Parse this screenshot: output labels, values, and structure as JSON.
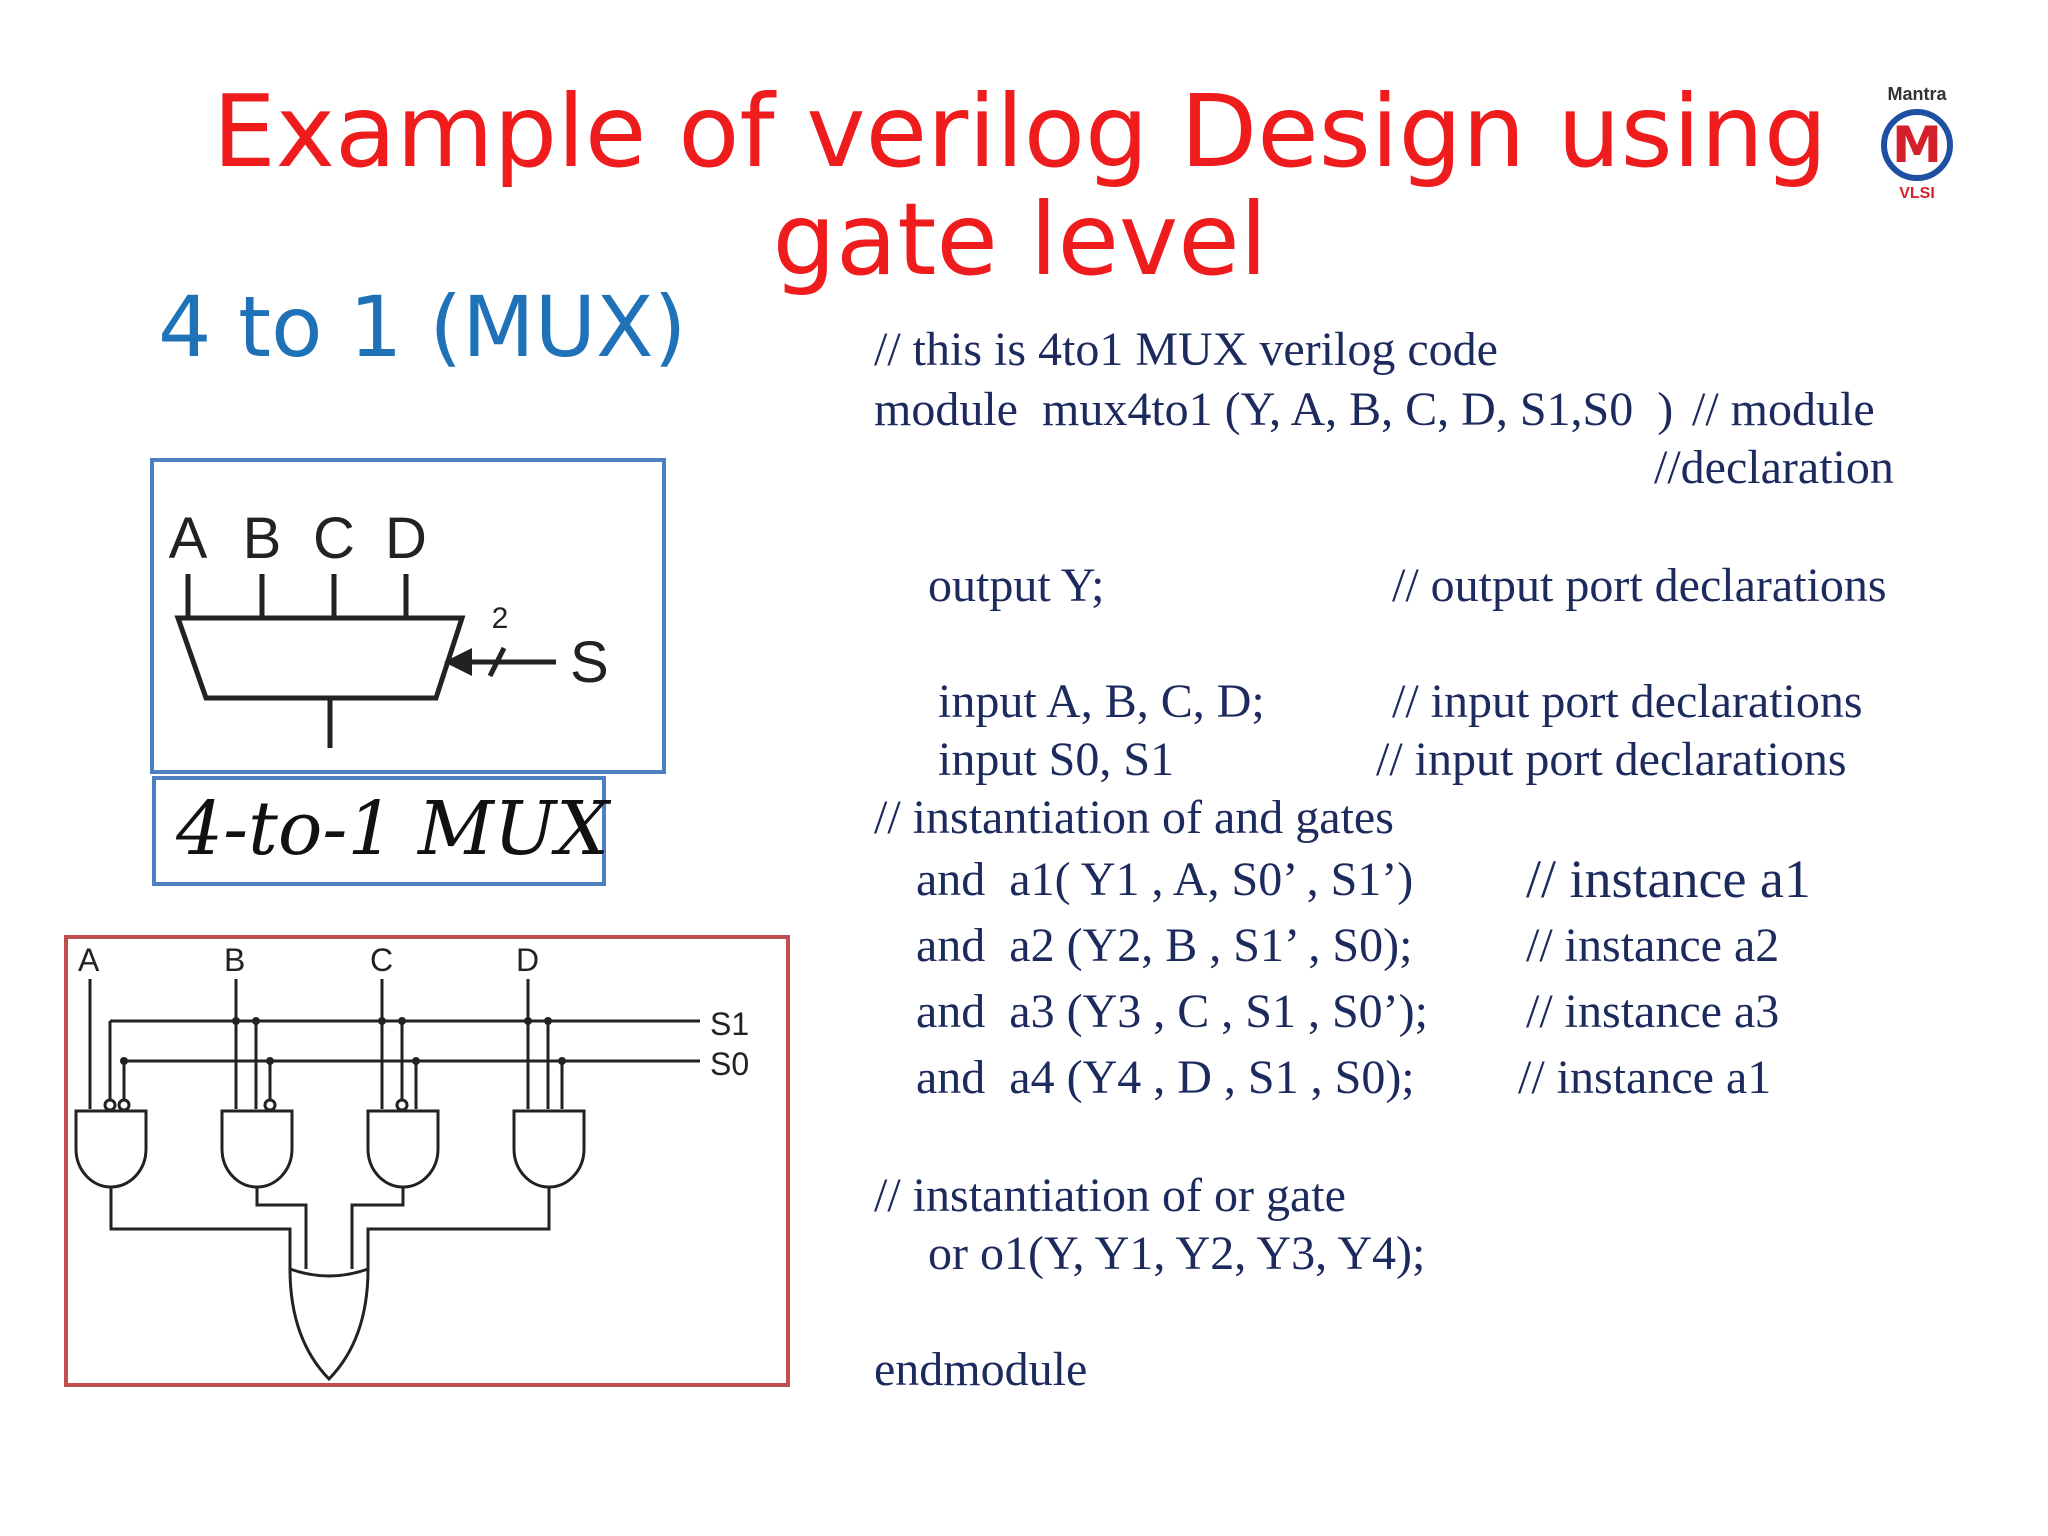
{
  "slide": {
    "title": "Example of verilog Design using gate level",
    "subtitle": "4 to 1 (MUX)",
    "logo": {
      "top": "Mantra",
      "letter": "M",
      "bottom": "VLSI"
    },
    "caption": "4-to-1 MUX"
  },
  "block_diagram": {
    "inputs": [
      "A",
      "B",
      "C",
      "D"
    ],
    "select": "S",
    "select_width": "2"
  },
  "gate_diagram": {
    "inputs": [
      "A",
      "B",
      "C",
      "D"
    ],
    "s1": "S1",
    "s0": "S0"
  },
  "code": {
    "l1": "// this is 4to1 MUX verilog code",
    "l2": "module  mux4to1 (Y, A, B, C, D, S1,S0  )",
    "l2c": "// module",
    "l3c": "//declaration",
    "l4": "output Y;",
    "l4c": "// output port declarations",
    "l5": "input A, B, C, D;",
    "l5c": "// input port declarations",
    "l6": "input S0, S1",
    "l6c": "// input port declarations",
    "l7": "// instantiation of and gates",
    "l8": "and  a1( Y1 , A, S0’ , S1’)",
    "l8c": "// instance a1",
    "l9": "and  a2 (Y2, B , S1’ , S0);",
    "l9c": "// instance a2",
    "l10": "and  a3 (Y3 , C , S1 , S0’);",
    "l10c": "// instance a3",
    "l11": "and  a4 (Y4 , D , S1 , S0);",
    "l11c": "// instance a1",
    "l12": "// instantiation of or gate",
    "l13": "or o1(Y, Y1, Y2, Y3, Y4);",
    "l14": "endmodule"
  }
}
